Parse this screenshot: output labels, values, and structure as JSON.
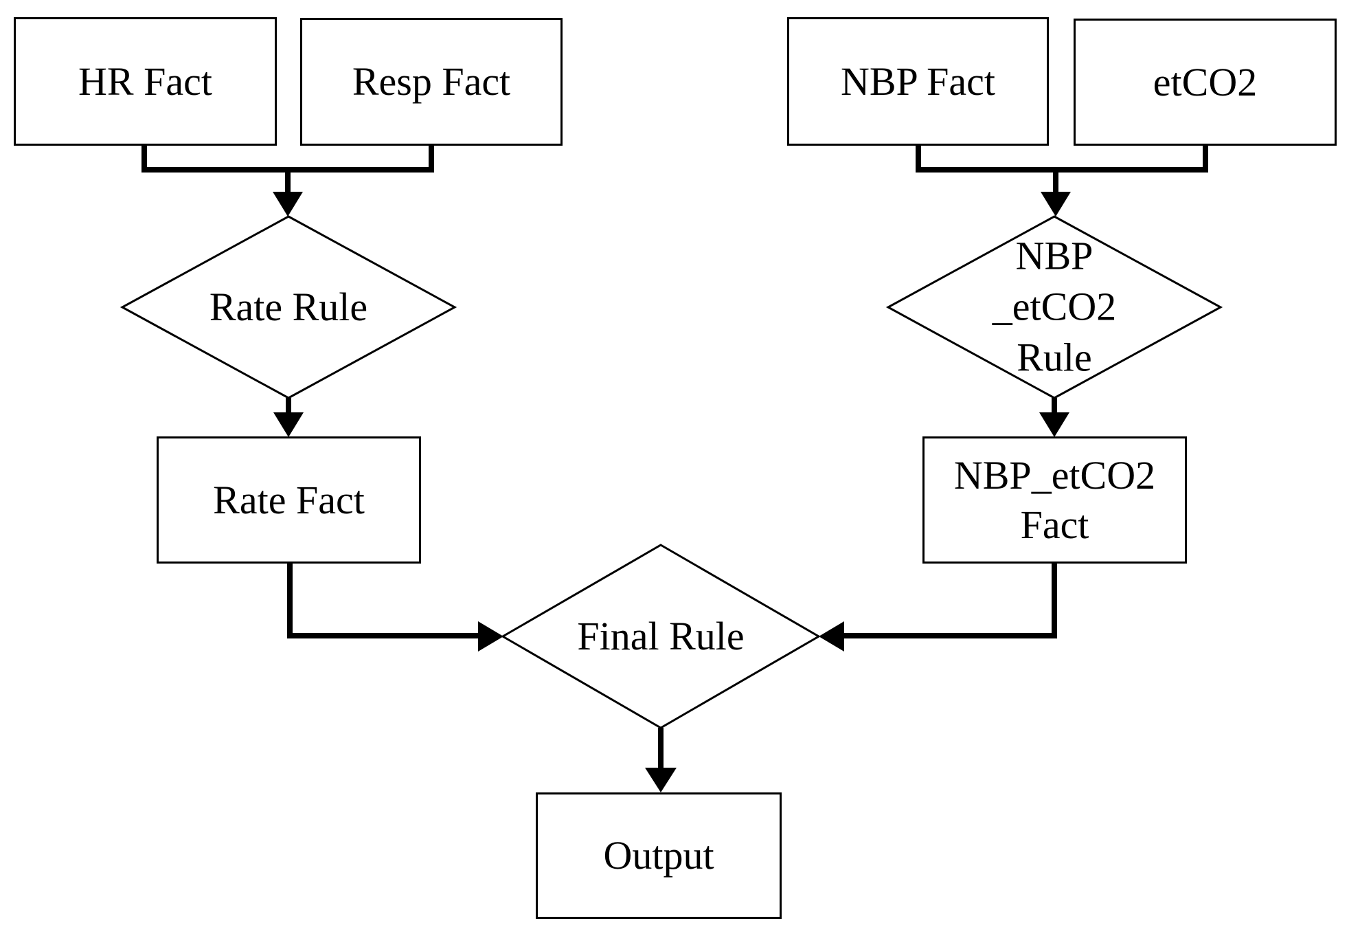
{
  "diagram": {
    "colors": {
      "line": "#000000",
      "background": "#ffffff",
      "text": "#000000"
    },
    "nodes": {
      "hr_fact": {
        "shape": "rect",
        "label": "HR Fact"
      },
      "resp_fact": {
        "shape": "rect",
        "label": "Resp Fact"
      },
      "nbp_fact": {
        "shape": "rect",
        "label": "NBP Fact"
      },
      "etco2": {
        "shape": "rect",
        "label": "etCO2"
      },
      "rate_rule": {
        "shape": "diamond",
        "label": "Rate Rule"
      },
      "nbp_etco2_rule": {
        "shape": "diamond",
        "line1": "NBP",
        "line2": "_etCO2",
        "line3": "Rule"
      },
      "rate_fact": {
        "shape": "rect",
        "label": "Rate Fact"
      },
      "nbp_etco2_fact": {
        "shape": "rect",
        "line1": "NBP_etCO2",
        "line2": "Fact"
      },
      "final_rule": {
        "shape": "diamond",
        "label": "Final Rule"
      },
      "output": {
        "shape": "rect",
        "label": "Output"
      }
    },
    "edges": [
      {
        "from": "HR Fact",
        "to": "Rate Rule"
      },
      {
        "from": "Resp Fact",
        "to": "Rate Rule"
      },
      {
        "from": "Rate Rule",
        "to": "Rate Fact"
      },
      {
        "from": "NBP Fact",
        "to": "NBP_etCO2 Rule"
      },
      {
        "from": "etCO2",
        "to": "NBP_etCO2 Rule"
      },
      {
        "from": "NBP_etCO2 Rule",
        "to": "NBP_etCO2 Fact"
      },
      {
        "from": "Rate Fact",
        "to": "Final Rule"
      },
      {
        "from": "NBP_etCO2 Fact",
        "to": "Final Rule"
      },
      {
        "from": "Final Rule",
        "to": "Output"
      }
    ]
  }
}
